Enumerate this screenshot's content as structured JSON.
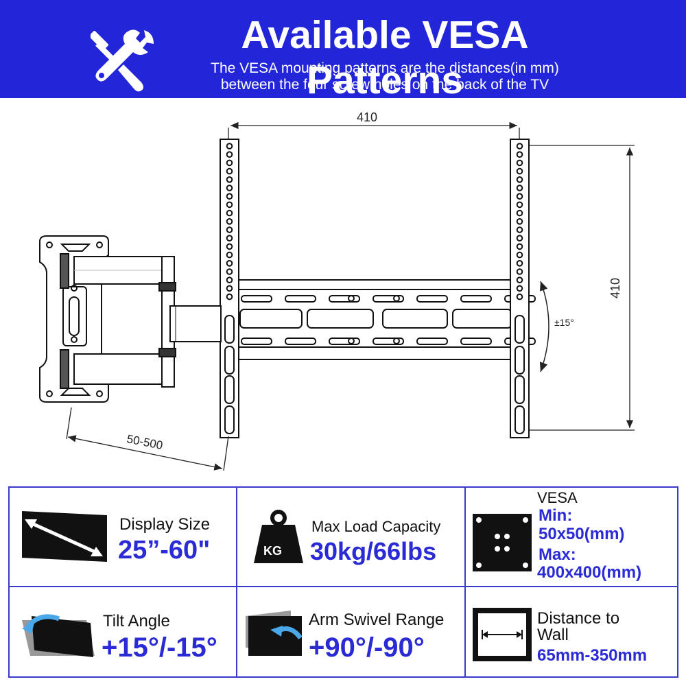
{
  "header": {
    "title": "Available VESA Patterns",
    "subtitle_line1": "The VESA mounting patterns are the distances(in mm)",
    "subtitle_line2": "between the four screw holes on the back of the TV"
  },
  "diagram": {
    "width_label": "410",
    "height_label": "410",
    "tilt_label": "±15°",
    "extension_label": "50-500"
  },
  "specs": {
    "display": {
      "label": "Display Size",
      "value": "25”-60\""
    },
    "load": {
      "label": "Max Load Capacity",
      "value": "30kg/66lbs",
      "icon_text": "KG"
    },
    "vesa": {
      "label": "VESA",
      "min_label": "Min:",
      "min_value": "50x50(mm)",
      "max_label": "Max:",
      "max_value": "400x400(mm)"
    },
    "tilt": {
      "label": "Tilt Angle",
      "value": "+15°/-15°"
    },
    "swivel": {
      "label": "Arm Swivel Range",
      "value": "+90°/-90°"
    },
    "distance": {
      "label_line1": "Distance to",
      "label_line2": "Wall",
      "value": "65mm-350mm"
    }
  },
  "colors": {
    "banner": "#2325d8",
    "accent_text": "#2b2bd6",
    "border": "#3a3acb"
  }
}
